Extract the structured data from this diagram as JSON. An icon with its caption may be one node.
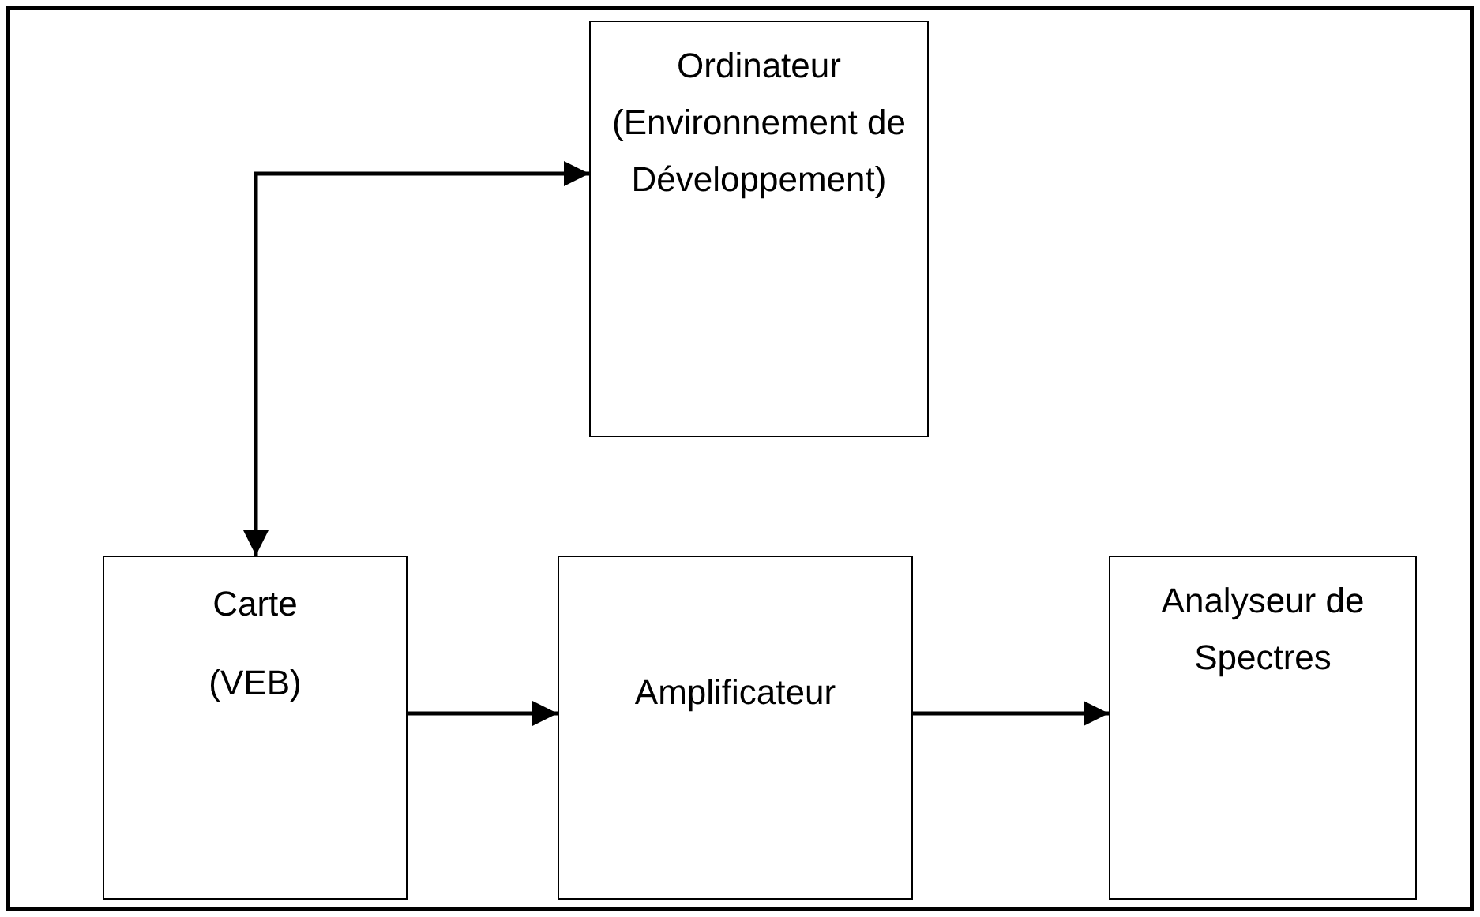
{
  "diagram": {
    "nodes": [
      {
        "text": [
          "Ordinateur (Environnement de Développement)"
        ]
      },
      {
        "text": [
          "Carte",
          "(VEB)"
        ]
      },
      {
        "text": [
          "Amplificateur"
        ]
      },
      {
        "text": [
          "Analyseur de Spectres"
        ]
      }
    ],
    "edges": [
      {
        "from": 0,
        "to": 1,
        "arrow": "both"
      },
      {
        "from": 1,
        "to": 2,
        "arrow": "to"
      },
      {
        "from": 2,
        "to": 3,
        "arrow": "to"
      }
    ]
  }
}
